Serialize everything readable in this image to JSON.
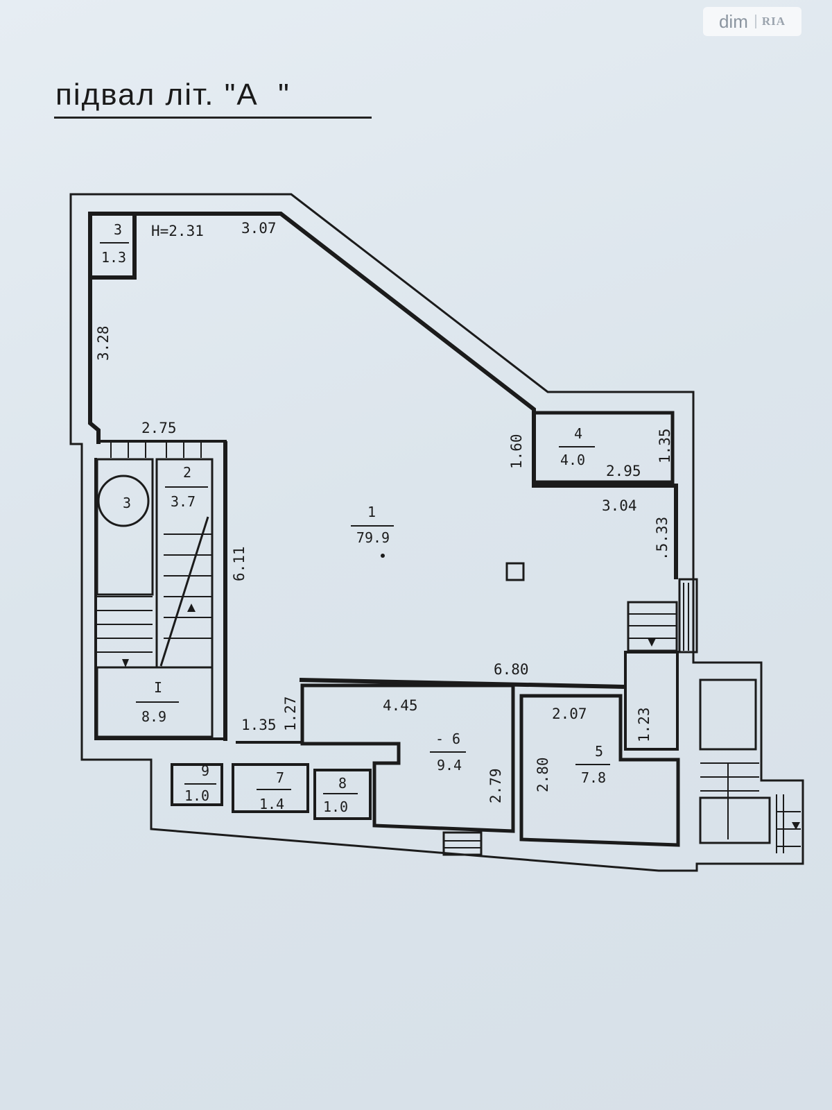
{
  "header": {
    "title": "підвал літ. \"А  \"",
    "watermark_dim": "dim",
    "watermark_ria": "RIA"
  },
  "rooms": {
    "r1_num": "1",
    "r1_area": "79.9",
    "r2_num": "2",
    "r2_area": "3.7",
    "r3_num": "3",
    "r3_area": "1.3",
    "r3b_num": "3",
    "r4_num": "4",
    "r4_area": "4.0",
    "r5_num": "5",
    "r5_area": "7.8",
    "r6_num": "- 6",
    "r6_area": "9.4",
    "r7_num": "7",
    "r7_area": "1.4",
    "r8_num": "8",
    "r8_area": "1.0",
    "r9_num": "9",
    "r9_area": "1.0",
    "rI_num": "I",
    "rI_area": "8.9"
  },
  "dimensions": {
    "h_mark": "H=2.31",
    "d_307": "3.07",
    "d_328": "3.28",
    "d_275": "2.75",
    "d_611": "6.11",
    "d_160": "1.60",
    "d_135a": "1.35",
    "d_295": "2.95",
    "d_304": "3.04",
    "d_533": ".5.33",
    "d_680": "6.80",
    "d_445": "4.45",
    "d_207": "2.07",
    "d_127": "1.27",
    "d_135b": "1.35",
    "d_123": "1.23",
    "d_279": "2.79",
    "d_280": "2.80"
  },
  "colors": {
    "ink": "#1b1b1b",
    "paper": "#dfe7ee"
  }
}
